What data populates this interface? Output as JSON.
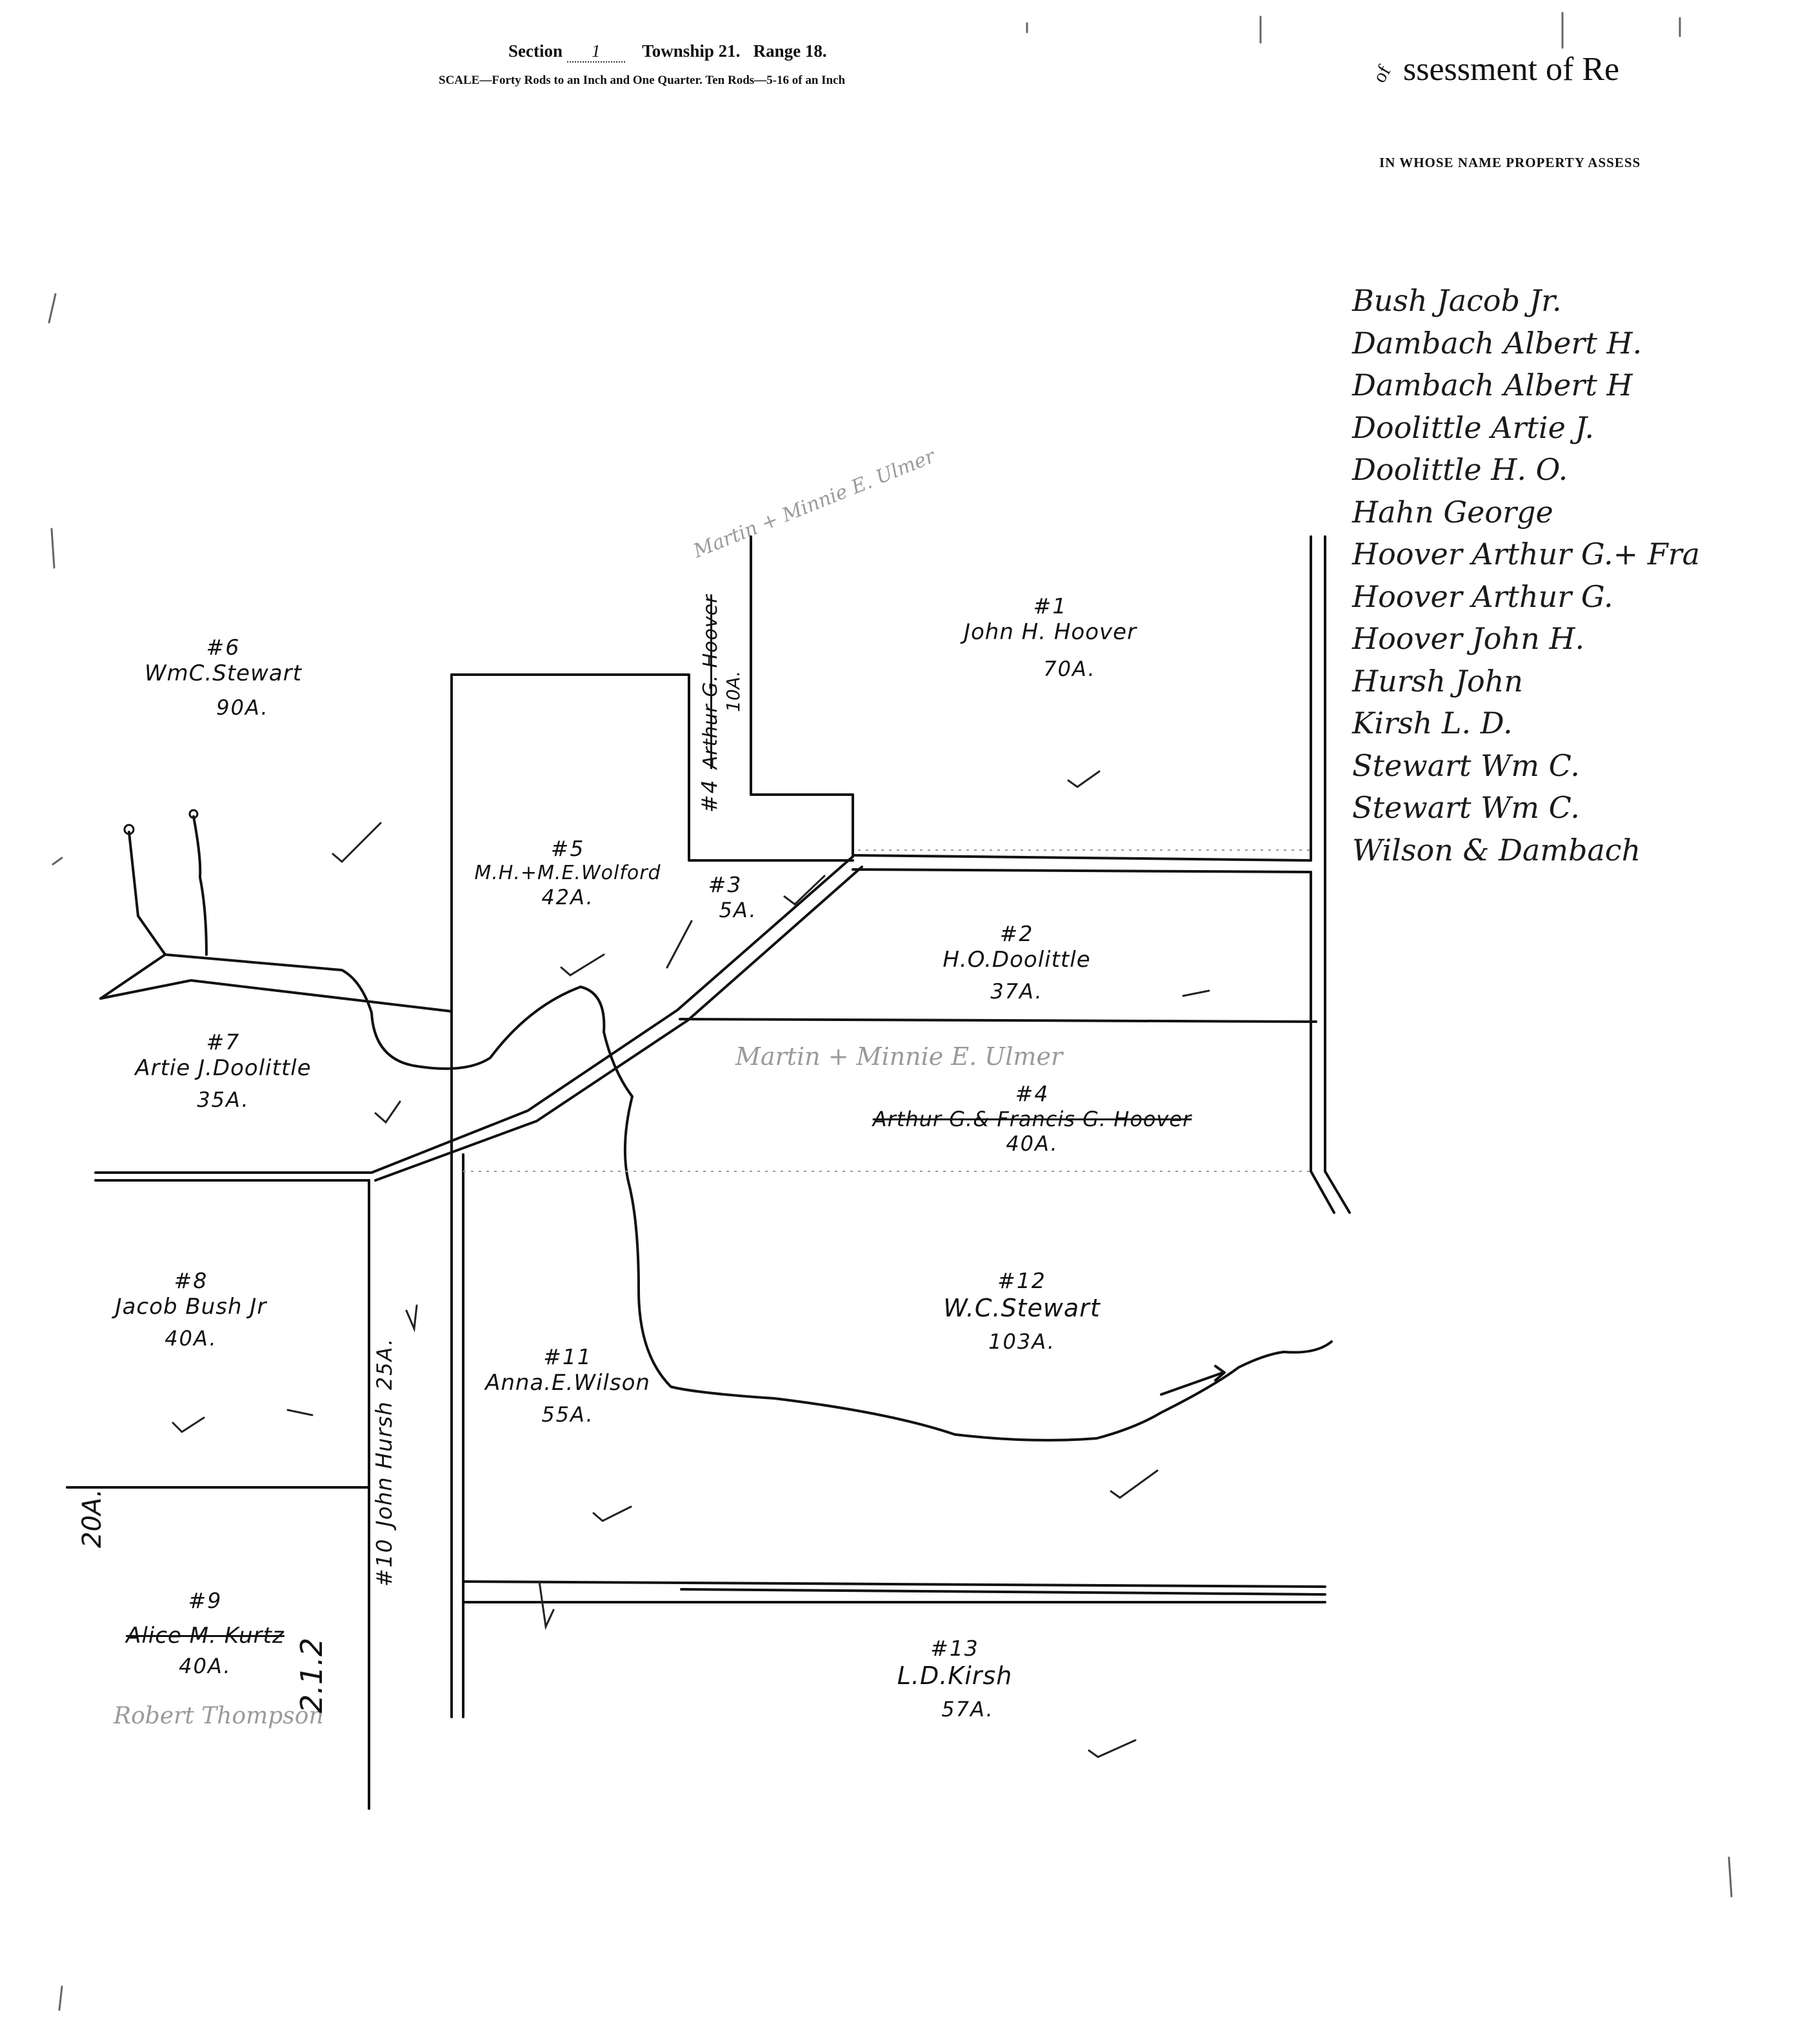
{
  "header": {
    "section_label": "Section",
    "section_value": "1",
    "township_label": "Township 21.",
    "range_label": "Range 18.",
    "scale_text": "SCALE—Forty Rods to an Inch and One Quarter.   Ten Rods—5-16 of an Inch",
    "right_title": "ssessment of Re",
    "right_title_prefix": "of",
    "right_subtitle": "IN WHOSE NAME PROPERTY ASSESS"
  },
  "parcels": [
    {
      "id": "p1",
      "number": "#1",
      "owner": "John H. Hoover",
      "acres": "70A."
    },
    {
      "id": "p2",
      "number": "#2",
      "owner": "H.O.Doolittle",
      "acres": "37A."
    },
    {
      "id": "p3",
      "number": "#3",
      "owner": "",
      "acres": "5A."
    },
    {
      "id": "p4",
      "number": "#4",
      "owner": "Arthur G.& Francis G. Hoover",
      "acres": "40A.",
      "annotation": "Martin + Minnie E. Ulmer"
    },
    {
      "id": "p5",
      "number": "#5",
      "owner": "M.H.+M.E.Wolford",
      "acres": "42A."
    },
    {
      "id": "p6",
      "number": "#6",
      "owner": "WmC.Stewart",
      "acres": "90A."
    },
    {
      "id": "p7",
      "number": "#7",
      "owner": "Artie J.Doolittle",
      "acres": "35A."
    },
    {
      "id": "p8",
      "number": "#8",
      "owner": "Jacob Bush Jr",
      "acres": "40A."
    },
    {
      "id": "p9",
      "number": "#9",
      "owner": "Alice M. Kurtz",
      "acres": "40A.",
      "annotation": "Robert Thompson",
      "side_acres": "20A."
    },
    {
      "id": "p10",
      "number": "#10",
      "owner": "John Hursh",
      "acres": "25A."
    },
    {
      "id": "p11",
      "number": "#11",
      "owner": "Anna.E.Wilson",
      "acres": "55A."
    },
    {
      "id": "p12",
      "number": "#12",
      "owner": "W.C.Stewart",
      "acres": "103A."
    },
    {
      "id": "p13",
      "number": "#13",
      "owner": "L.D.Kirsh",
      "acres": "57A."
    },
    {
      "id": "p_hoover_small",
      "number": "#4",
      "owner": "Arthur G. Hoover",
      "acres": "10A."
    }
  ],
  "notes": {
    "wolford_note": "Martin + Minnie E. Ulmer",
    "lot_ref": "2.1.2"
  },
  "owner_list": [
    "Bush Jacob Jr.",
    "Dambach Albert H.",
    "Dambach Albert H",
    "Doolittle Artie J.",
    "Doolittle H. O.",
    "Hahn George",
    "Hoover Arthur G.+ Fra",
    "Hoover Arthur G.",
    "Hoover John H.",
    "Hursh John",
    "Kirsh L. D.",
    "Stewart Wm C.",
    "Stewart Wm C.",
    "Wilson & Dambach"
  ]
}
